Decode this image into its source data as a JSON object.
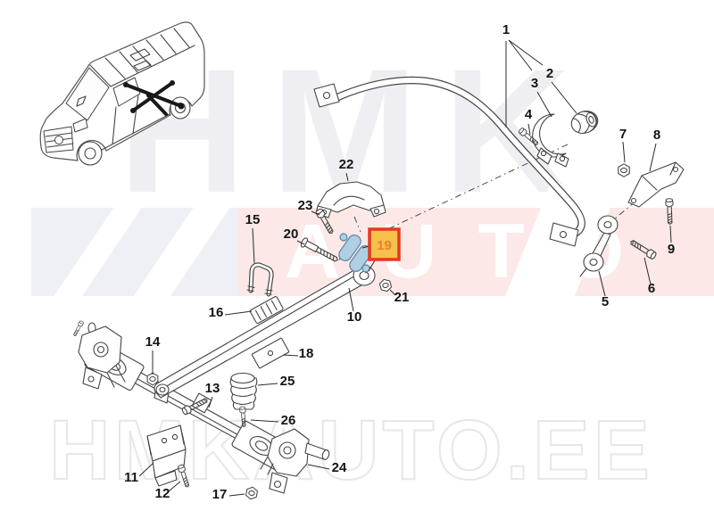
{
  "watermarks": {
    "brand_top": "HMK",
    "band_word": "AUTO",
    "brand_bottom": "HMKAUTO.EE"
  },
  "colors": {
    "line": "#444444",
    "band_pink": "#fbe8e7",
    "flag_blue": "#eef0f6",
    "wm_gray": "#efeff3",
    "hl_fill": "#f6c04a",
    "hl_border": "#e23a22",
    "hl_text": "#e8802e",
    "part_blue": "#aecfe4"
  },
  "callouts": {
    "c1": "1",
    "c2": "2",
    "c3": "3",
    "c4": "4",
    "c5": "5",
    "c6": "6",
    "c7": "7",
    "c8": "8",
    "c9": "9",
    "c10": "10",
    "c11": "11",
    "c12": "12",
    "c13": "13",
    "c14": "14",
    "c15": "15",
    "c16": "16",
    "c17": "17",
    "c18": "18",
    "c19": "19",
    "c20": "20",
    "c21": "21",
    "c22": "22",
    "c23": "23",
    "c24": "24",
    "c25": "25",
    "c26": "26"
  }
}
